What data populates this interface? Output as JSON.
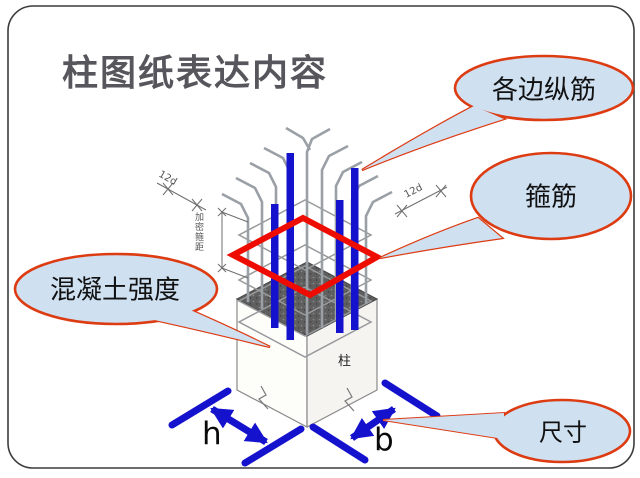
{
  "slide": {
    "title": "柱图纸表达内容"
  },
  "callouts": [
    {
      "id": "longitudinal-bars",
      "label": "各边纵筋"
    },
    {
      "id": "stirrups",
      "label": "箍筋"
    },
    {
      "id": "concrete-strength",
      "label": "混凝土强度"
    },
    {
      "id": "dimensions",
      "label": "尺寸"
    }
  ],
  "diagram": {
    "column_label": "柱",
    "hook_length_left": "12d",
    "hook_length_right": "12d",
    "stirrup_spacing_note": "加密箍距",
    "dim_width_left": "h",
    "dim_width_right": "b"
  },
  "colors": {
    "callout_border": "#dd3b12",
    "callout_fill": "#cfe0f1",
    "stirrup_highlight": "#ee0b00",
    "rebar_highlight": "#1512cd",
    "title_color": "#56565c",
    "rebar_gray": "#9aa0a6",
    "concrete_hatch": "#5f5f5f"
  }
}
